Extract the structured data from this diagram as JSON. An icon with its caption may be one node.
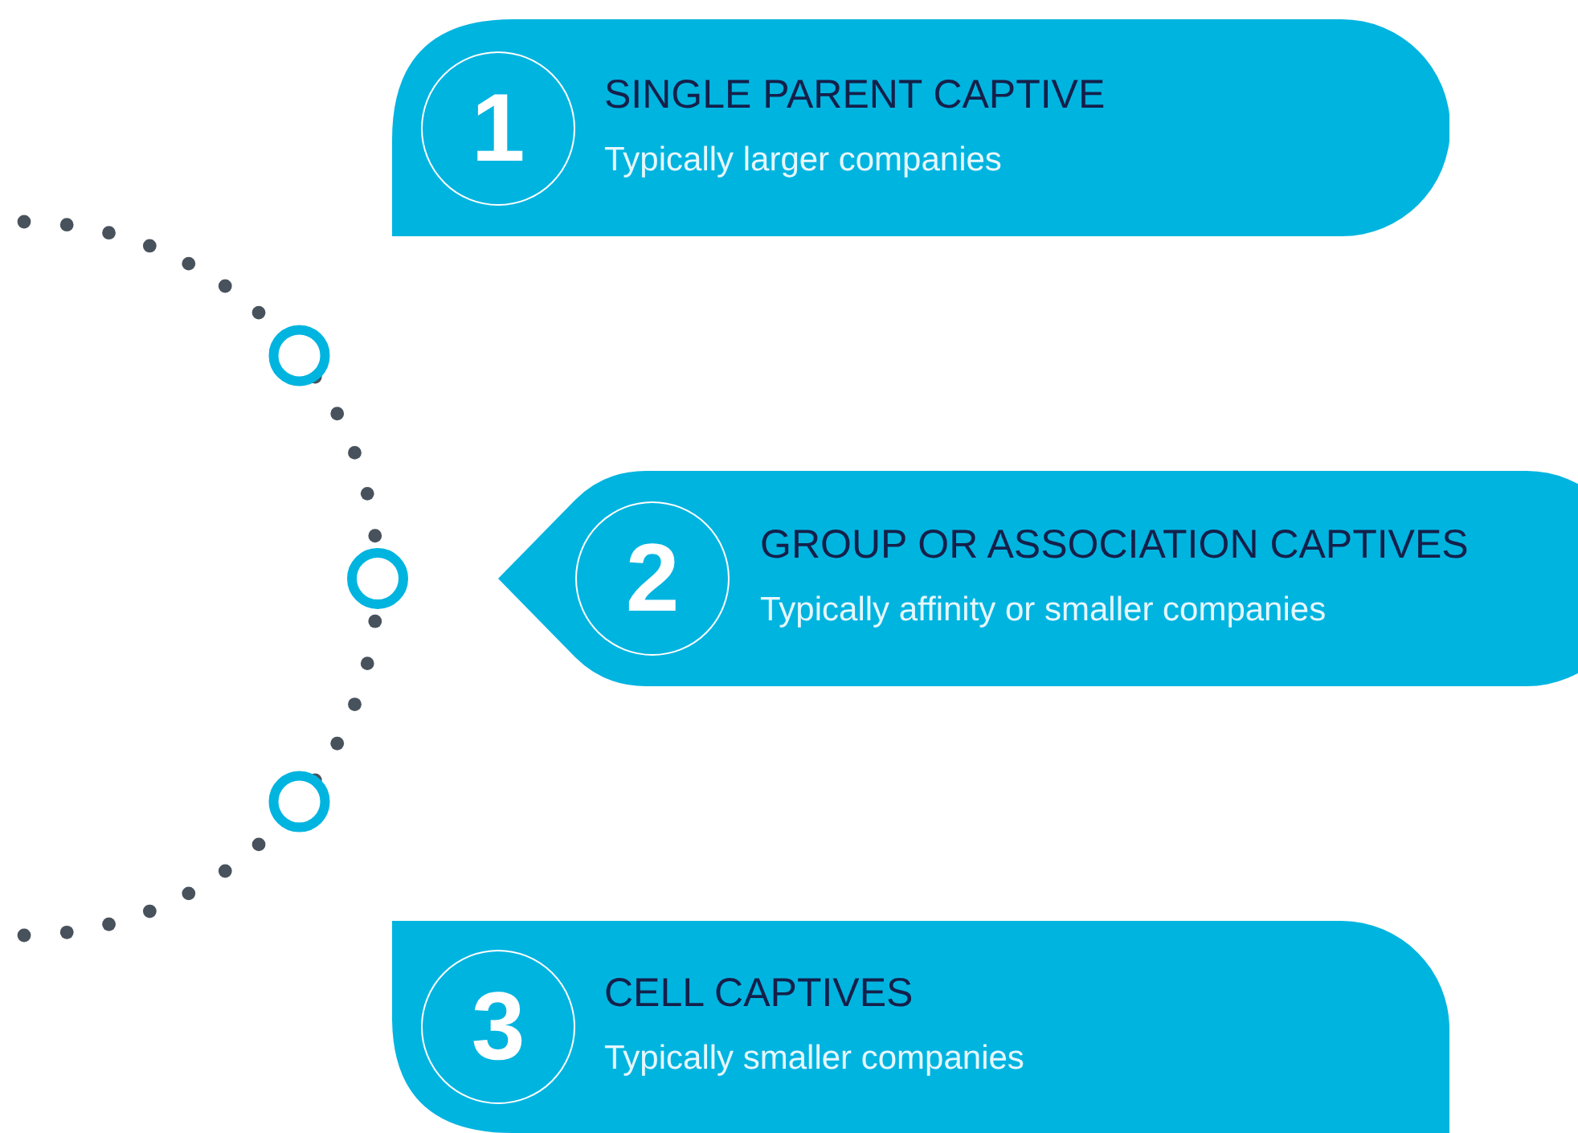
{
  "diagram": {
    "nodes": [
      {
        "text": [
          "1",
          "SINGLE PARENT CAPTIVE",
          "Typically larger companies"
        ]
      },
      {
        "text": [
          "2",
          "GROUP OR ASSOCIATION CAPTIVES",
          "Typically affinity or smaller companies"
        ]
      },
      {
        "text": [
          "3",
          "CELL CAPTIVES",
          "Typically smaller companies"
        ]
      }
    ],
    "edges": []
  }
}
